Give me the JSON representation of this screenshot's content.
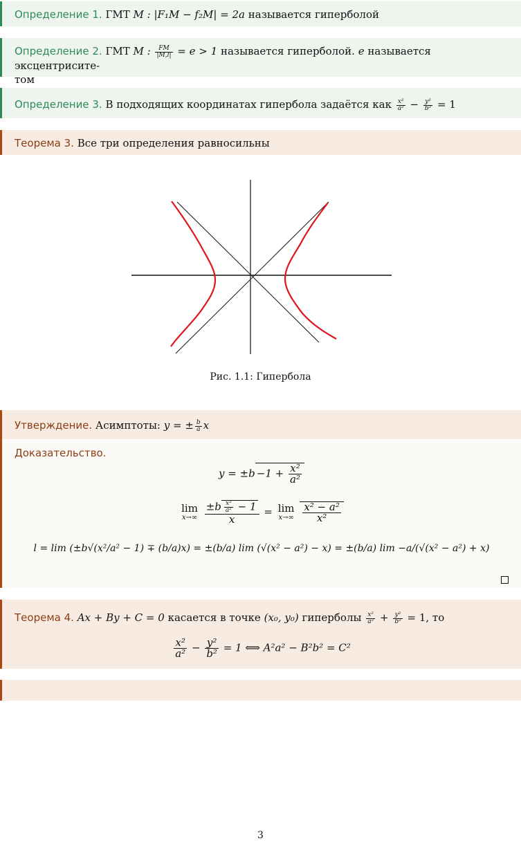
{
  "definitions": [
    {
      "head": "Определение 1.",
      "pre": "ГМТ",
      "formula": "M : |F₁M − f₂M| = 2a",
      "post": "называется гиперболой"
    },
    {
      "head": "Определение 2.",
      "pre": "ГМТ",
      "formula_left": "M :",
      "frac_num": "FM",
      "frac_den": "|M,l|",
      "formula_right": "= e > 1",
      "post": "называется гиперболой.",
      "post2": "e",
      "post3": "называется эксцентрисите-",
      "post4": "том"
    },
    {
      "head": "Определение 3.",
      "pre": "В подходящих координатах гипербола задаётся как",
      "f1n": "x²",
      "f1d": "a²",
      "minus": "−",
      "f2n": "y²",
      "f2d": "b²",
      "eq": "= 1"
    }
  ],
  "theorem3": {
    "head": "Теорема 3.",
    "text": "Все три определения равносильны"
  },
  "figure": {
    "caption": "Рис. 1.1: Гипербола"
  },
  "statement": {
    "head": "Утверждение.",
    "text": "Асимптоты:",
    "formula_left": "y = ±",
    "frac_num": "b",
    "frac_den": "a",
    "formula_right": "x"
  },
  "proof": {
    "head": "Доказательство.",
    "eq1_left": "y = ±b",
    "eq1_rad_left": "−1 +",
    "eq1_n": "x²",
    "eq1_d": "a²",
    "eq2_lim": "lim",
    "eq2_sub": "x→∞",
    "eq2_num_a": "±b",
    "eq2_inner_n": "x²",
    "eq2_inner_d": "a²",
    "eq2_inner_r": "− 1",
    "eq2_den": "x",
    "eq2_eq": "=",
    "eq2_rn": "x² − a²",
    "eq2_rd": "x²",
    "eq3": "l = lim (±b√(x²/a² − 1) ∓ (b/a)x) = ±(b/a) lim (√(x² − a²) − x) = ±(b/a) lim −a/(√(x² − a²) + x)"
  },
  "theorem4": {
    "head": "Теорема 4.",
    "line": "Ax + By + C = 0",
    "mid": "касается в точке",
    "point": "(x₀, y₀)",
    "hyp": "гиперболы",
    "f1n": "x²",
    "f1d": "a²",
    "plus": "+",
    "f2n": "y²",
    "f2d": "b²",
    "tail": "= 1, то",
    "eq_n1": "x²",
    "eq_d1": "a²",
    "eq_minus": "−",
    "eq_n2": "y²",
    "eq_d2": "b²",
    "eq_rest": "= 1 ⟺ A²a² − B²b² = C²"
  },
  "page_number": "3"
}
